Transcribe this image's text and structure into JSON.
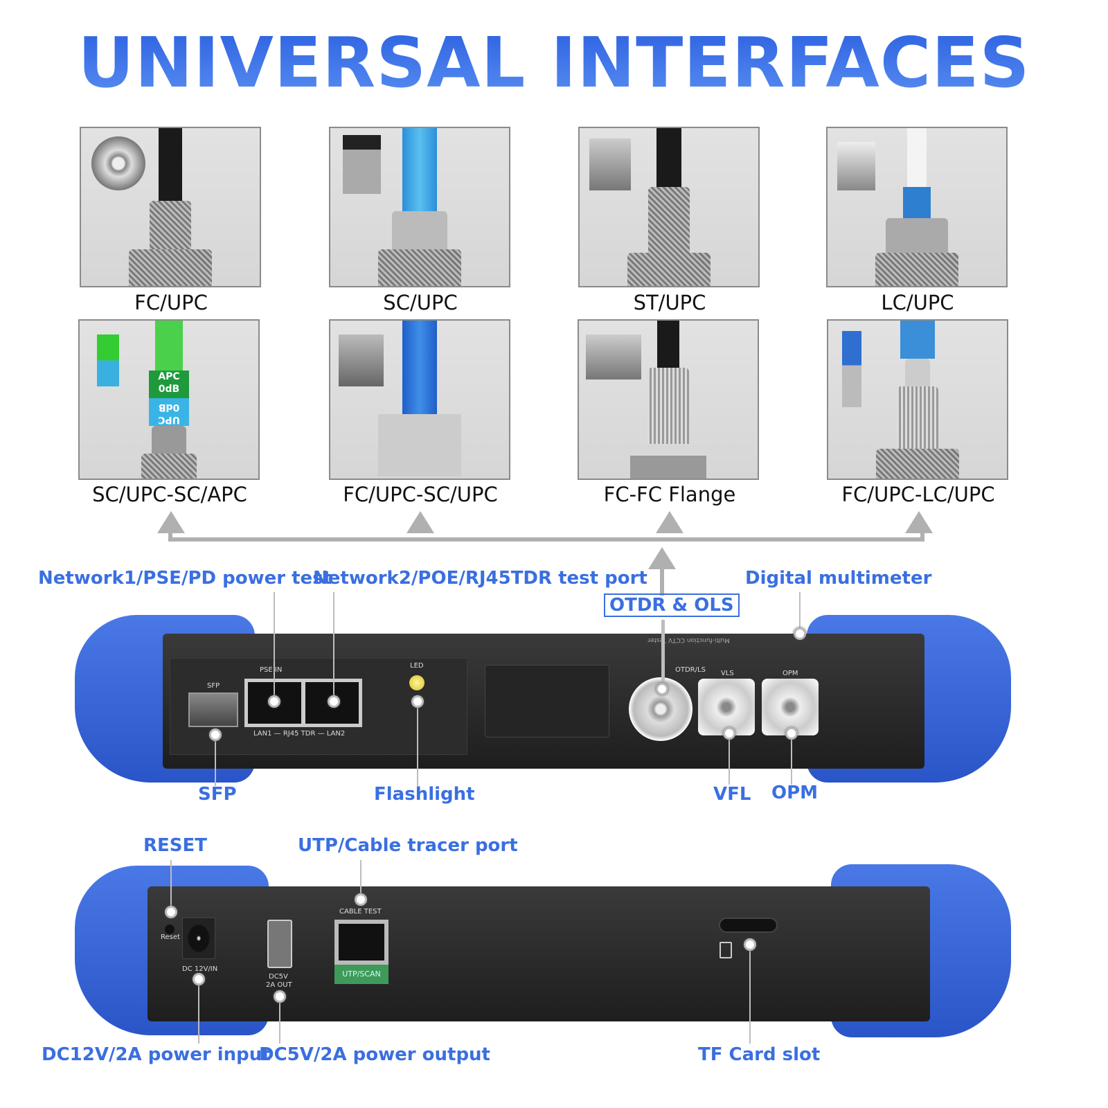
{
  "title": "UNIVERSAL INTERFACES",
  "connectors": [
    "FC/UPC",
    "SC/UPC",
    "ST/UPC",
    "LC/UPC",
    "SC/UPC-SC/APC",
    "FC/UPC-SC/UPC",
    "FC-FC Flange",
    "FC/UPC-LC/UPC"
  ],
  "adapter_labels": {
    "apc": "APC",
    "apc_db": "0dB",
    "upc": "UPC",
    "upc_db": "0dB"
  },
  "top_device": {
    "callouts": {
      "network1": "Network1/PSE/PD power test",
      "network2": "Network2/POE/RJ45TDR test port",
      "otdr": "OTDR & OLS",
      "multimeter": "Digital multimeter",
      "sfp": "SFP",
      "flashlight": "Flashlight",
      "vfl": "VFL",
      "opm": "OPM"
    },
    "printed": {
      "sfp": "SFP",
      "pse_in": "PSE IN",
      "rj45": "LAN1 — RJ45 TDR — LAN2",
      "led": "LED",
      "otdr_ls": "OTDR/LS",
      "vls": "VLS",
      "opm": "OPM",
      "brand_strip": "Multi-function CCTV Tester"
    }
  },
  "bottom_device": {
    "callouts": {
      "reset": "RESET",
      "utp": "UTP/Cable tracer port",
      "dc12": "DC12V/2A power input",
      "dc5": "DC5V/2A power output",
      "tf": "TF Card slot"
    },
    "printed": {
      "reset": "Reset",
      "dc12": "DC 12V/IN",
      "dc5v": "DC5V",
      "dc5a": "2A OUT",
      "cable_test": "CABLE TEST",
      "utp_scan": "UTP/SCAN"
    }
  },
  "colors": {
    "accent": "#3a6fe0",
    "bumper": "#3a66d8",
    "device": "#2a2a2a",
    "utp_green": "#3f9a5a"
  }
}
